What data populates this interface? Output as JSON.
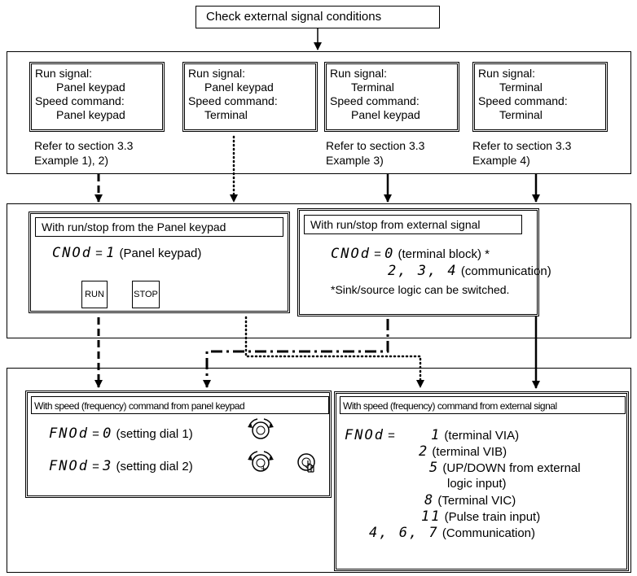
{
  "top_box": "Check external signal conditions",
  "cases": [
    {
      "l1": "Run signal:",
      "l2": "Panel keypad",
      "l3": "Speed command:",
      "l4": "Panel keypad",
      "ref1": "Refer to section 3.3",
      "ref2": "Example 1), 2)"
    },
    {
      "l1": "Run signal:",
      "l2": "Panel keypad",
      "l3": "Speed command:",
      "l4": "Terminal",
      "ref1": "",
      "ref2": ""
    },
    {
      "l1": "Run signal:",
      "l2": "Terminal",
      "l3": "Speed command:",
      "l4": "Panel keypad",
      "ref1": "Refer to section 3.3",
      "ref2": "Example 3)"
    },
    {
      "l1": "Run signal:",
      "l2": "Terminal",
      "l3": "Speed command:",
      "l4": "Terminal",
      "ref1": "Refer to section 3.3",
      "ref2": "Example 4)"
    }
  ],
  "run_panel": {
    "title": "With run/stop from the Panel keypad",
    "param": "CNOd",
    "eq": " = ",
    "val": "1",
    "desc": " (Panel keypad)",
    "run_label": "RUN",
    "stop_label": "STOP"
  },
  "run_ext": {
    "title": "With run/stop from external signal",
    "param": "CNOd",
    "eq": " = ",
    "val1": "0",
    "desc1": " (terminal block) *",
    "val2": "2, 3, 4",
    "desc2": " (communication)",
    "note": "*Sink/source logic can be switched."
  },
  "spd_panel": {
    "title": "With speed (frequency) command from panel keypad",
    "row1_param": "FNOd",
    "row1_eq": " = ",
    "row1_val": "0",
    "row1_desc": " (setting dial 1)",
    "row2_param": "FNOd",
    "row2_eq": " = ",
    "row2_val": "3",
    "row2_desc": " (setting dial 2)",
    "plus": "+"
  },
  "spd_ext": {
    "title": "With speed (frequency) command from external signal",
    "param": "FNOd",
    "eq": " = ",
    "rows": [
      {
        "val": "1",
        "desc": " (terminal VIA)"
      },
      {
        "val": "2",
        "desc": " (terminal VIB)"
      },
      {
        "val": "5",
        "desc": " (UP/DOWN from external"
      },
      {
        "val": "",
        "desc": "logic input)"
      },
      {
        "val": "8",
        "desc": " (Terminal VIC)"
      },
      {
        "val": "11",
        "desc": " (Pulse train input)"
      },
      {
        "val": "4, 6, 7",
        "desc": " (Communication)"
      }
    ]
  },
  "icons": [
    "dial-icon",
    "dial-press-icon"
  ]
}
